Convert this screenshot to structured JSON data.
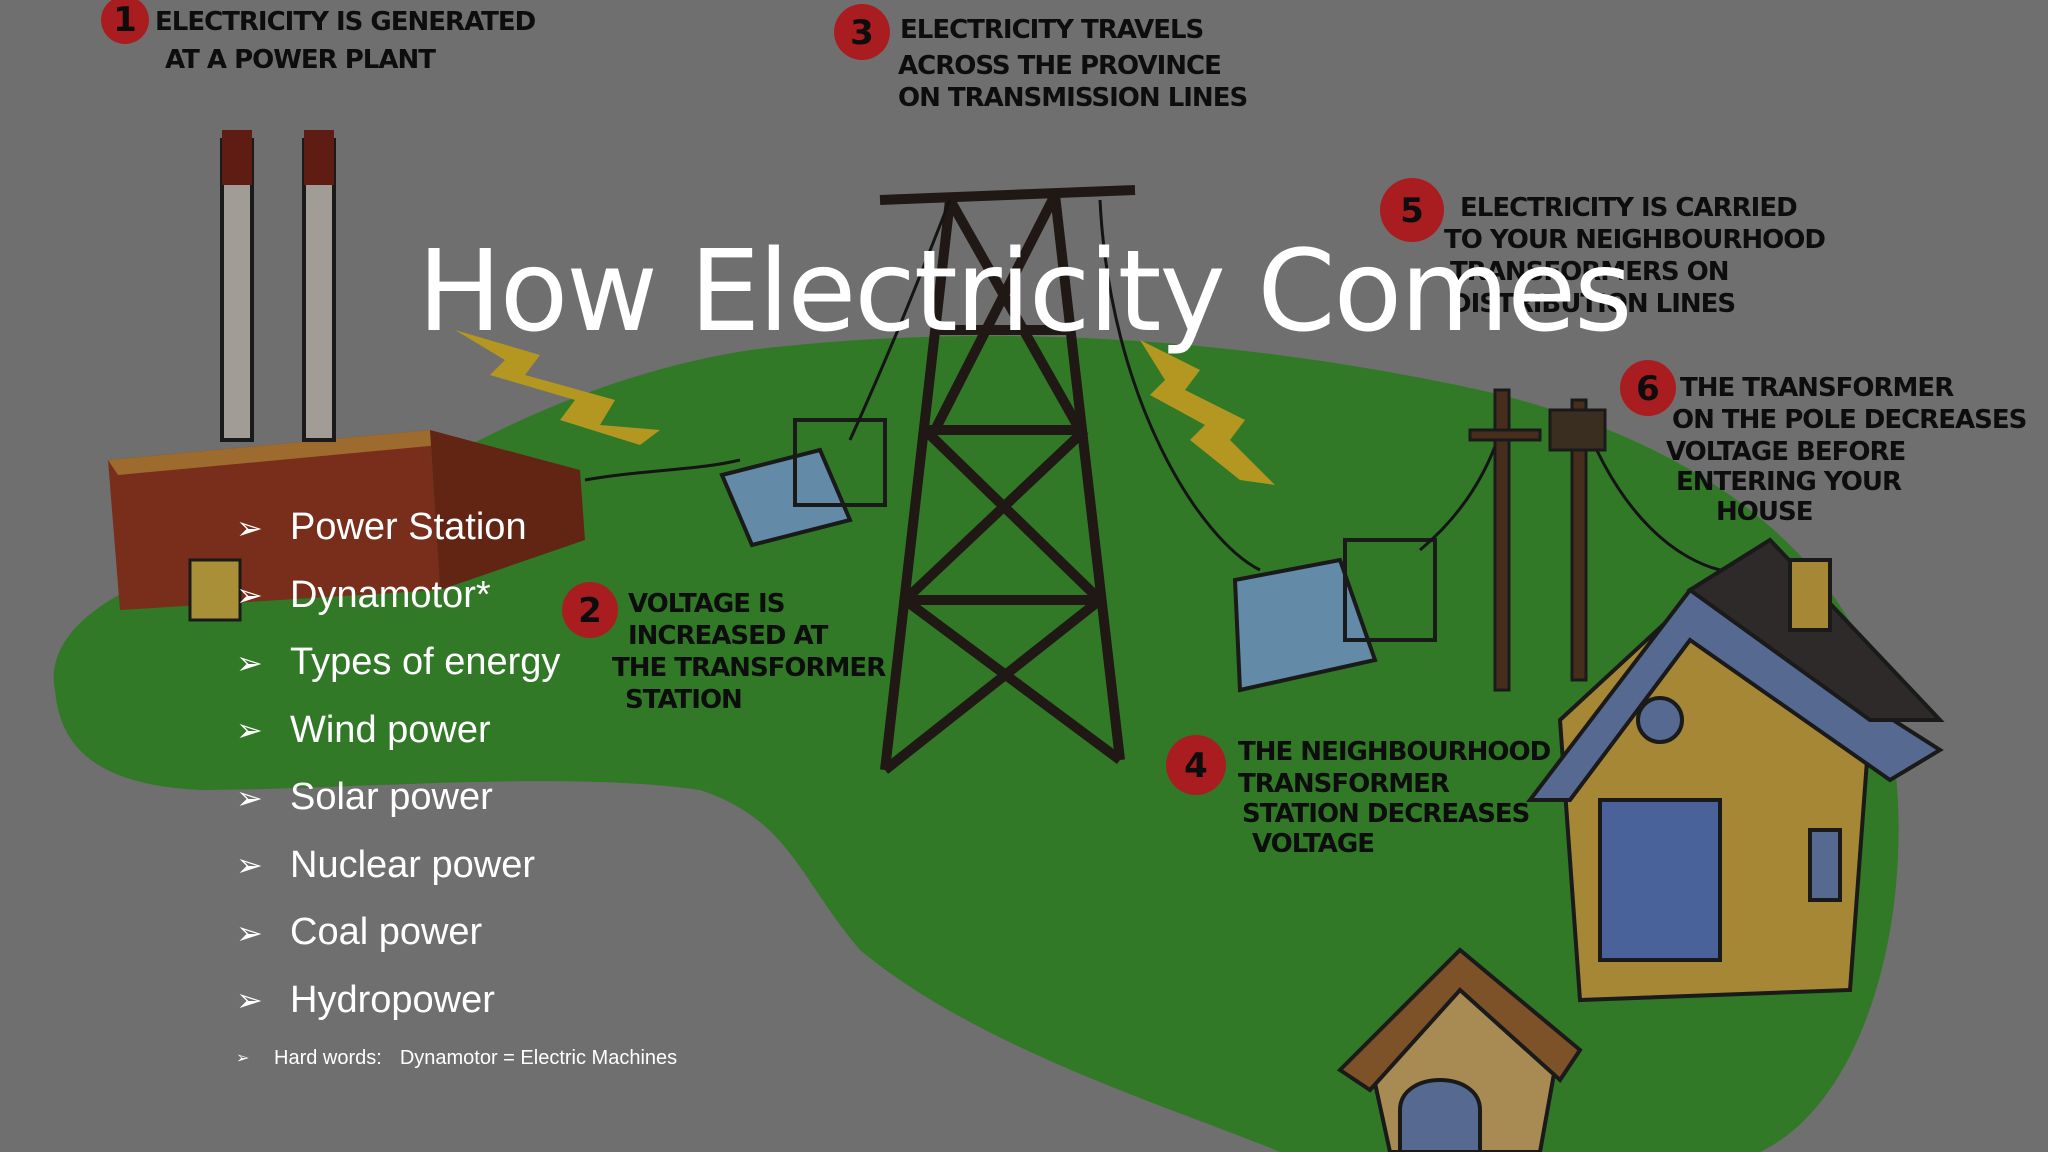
{
  "slide": {
    "title": "How Electricity Comes",
    "bullets": [
      "Power Station",
      "Dynamotor*",
      "Types of energy",
      "Wind power",
      "Solar power",
      "Nuclear power",
      "Coal power",
      "Hydropower"
    ],
    "footnote": {
      "label": "Hard words:",
      "text": "Dynamotor = Electric Machines"
    },
    "bullet_icon": "arrowhead-bullet-icon"
  },
  "illustration": {
    "steps": [
      {
        "number": "1",
        "lines": [
          "ELECTRICITY IS GENERATED",
          "AT A POWER PLANT"
        ]
      },
      {
        "number": "2",
        "lines": [
          "VOLTAGE IS",
          "INCREASED AT",
          "THE TRANSFORMER",
          "STATION"
        ]
      },
      {
        "number": "3",
        "lines": [
          "ELECTRICITY TRAVELS",
          "ACROSS THE PROVINCE",
          "ON TRANSMISSION LINES"
        ]
      },
      {
        "number": "4",
        "lines": [
          "THE NEIGHBOURHOOD",
          "TRANSFORMER",
          "STATION DECREASES",
          "VOLTAGE"
        ]
      },
      {
        "number": "5",
        "lines": [
          "ELECTRICITY IS CARRIED",
          "TO YOUR NEIGHBOURHOOD",
          "TRANSFORMERS ON",
          "DISTRIBUTION LINES"
        ]
      },
      {
        "number": "6",
        "lines": [
          "THE TRANSFORMER",
          "ON THE POLE DECREASES",
          "VOLTAGE BEFORE",
          "ENTERING YOUR",
          "HOUSE"
        ]
      }
    ]
  }
}
